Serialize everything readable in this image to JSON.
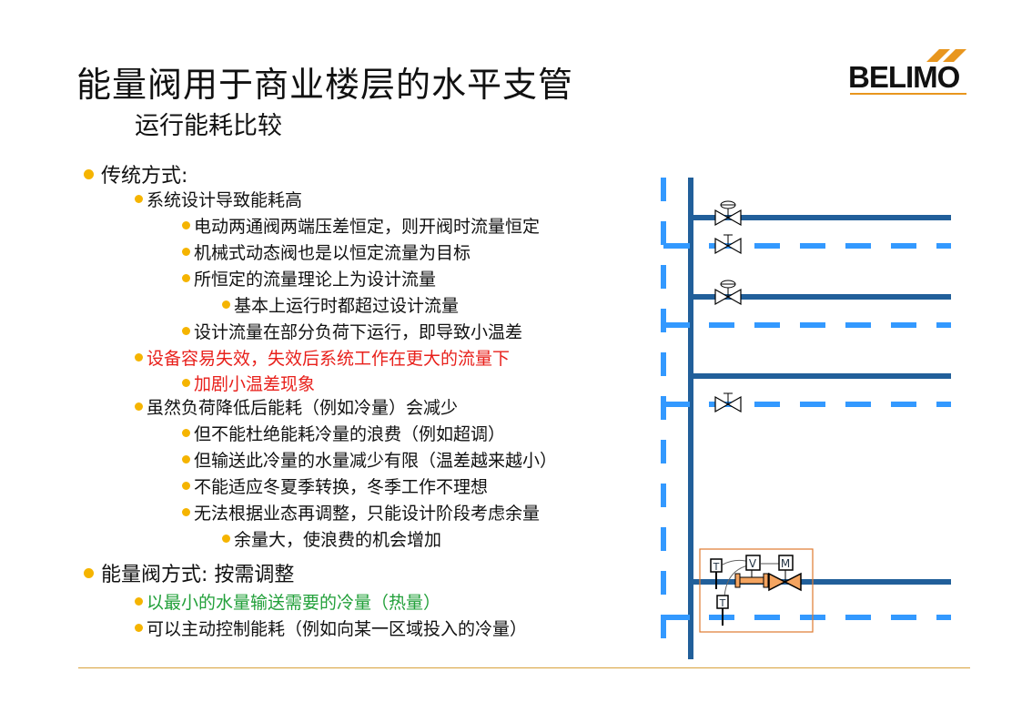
{
  "header": {
    "title": "能量阀用于商业楼层的水平支管",
    "subtitle": "运行能耗比较"
  },
  "logo": {
    "text": "BELIMO",
    "brand_color": "#e8961e"
  },
  "bullets": [
    {
      "level": 0,
      "text": "传统方式:"
    },
    {
      "level": 1,
      "text": "系统设计导致能耗高"
    },
    {
      "level": 2,
      "text": "电动两通阀两端压差恒定，则开阀时流量恒定"
    },
    {
      "level": 2,
      "text": "机械式动态阀也是以恒定流量为目标"
    },
    {
      "level": 2,
      "text": "所恒定的流量理论上为设计流量"
    },
    {
      "level": 3,
      "text": "基本上运行时都超过设计流量"
    },
    {
      "level": 2,
      "text": "设计流量在部分负荷下运行，即导致小温差"
    },
    {
      "level": 1,
      "text": "设备容易失效，失效后系统工作在更大的流量下",
      "color": "red"
    },
    {
      "level": 2,
      "text": "加剧小温差现象",
      "color": "red"
    },
    {
      "level": 1,
      "text": "虽然负荷降低后能耗（例如冷量）会减少"
    },
    {
      "level": 2,
      "text": "但不能杜绝能耗冷量的浪费（例如超调）"
    },
    {
      "level": 2,
      "text": "但输送此冷量的水量减少有限（温差越来越小）"
    },
    {
      "level": 2,
      "text": "不能适应冬夏季转换，冬季工作不理想"
    },
    {
      "level": 2,
      "text": "无法根据业态再调整，只能设计阶段考虑余量"
    },
    {
      "level": 3,
      "text": "余量大，使浪费的机会增加"
    },
    {
      "level": 0,
      "text": "能量阀方式: 按需调整"
    },
    {
      "level": 1,
      "text": "以最小的水量输送需要的冷量（热量）",
      "color": "green"
    },
    {
      "level": 1,
      "text": "可以主动控制能耗（例如向某一区域投入的冷量）"
    }
  ],
  "diagram": {
    "labels": {
      "temp1": "T",
      "temp2": "T",
      "flow": "V",
      "motor": "M"
    },
    "supply_color": "#215f9a",
    "return_color": "#3399ff",
    "energy_valve_color": "#f4a460"
  }
}
